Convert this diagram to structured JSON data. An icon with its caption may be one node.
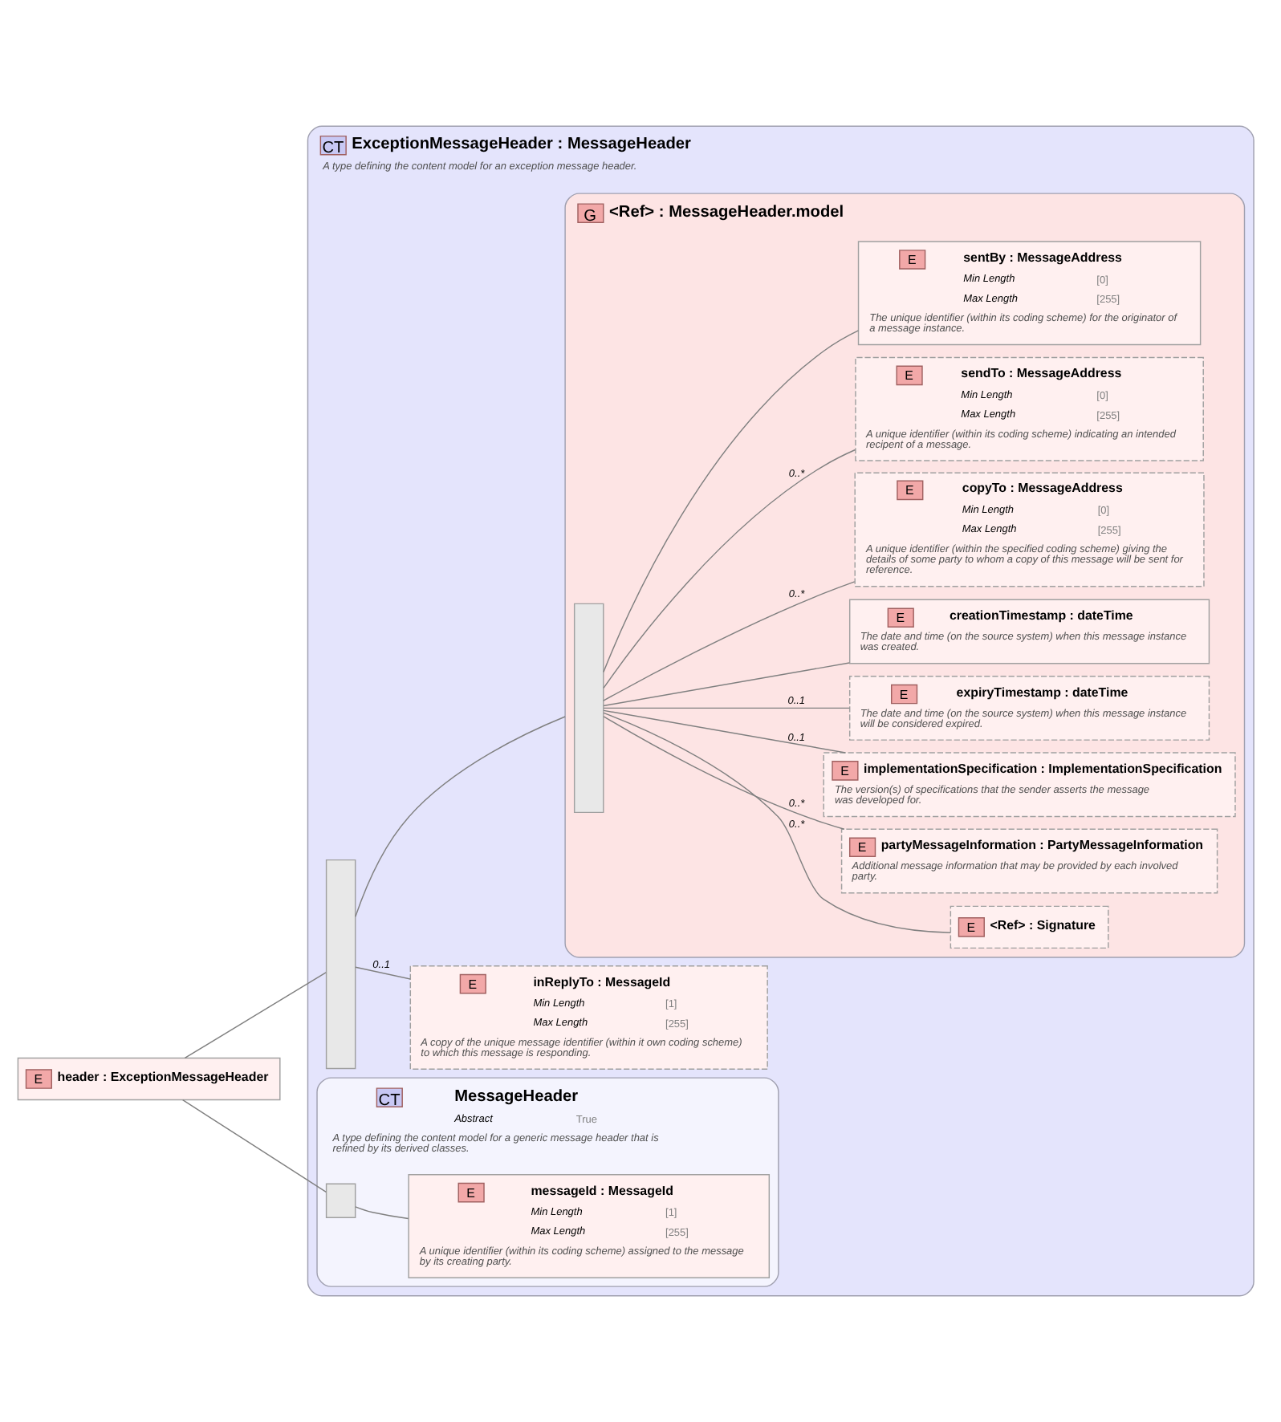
{
  "diagram": {
    "nodes": [
      {
        "text": [
          "E",
          "header : ExceptionMessageHeader"
        ]
      },
      {
        "text": [
          "CT",
          "ExceptionMessageHeader : MessageHeader",
          "A type defining the content model for an exception message header."
        ]
      },
      {
        "text": [
          "CT",
          "MessageHeader",
          "Abstract",
          "True",
          "A type defining the content model for a generic message header that is refined by its derived classes."
        ],
        "in": 1
      },
      {
        "text": [],
        "shape": "box",
        "in": 2
      },
      {
        "text": [
          "E",
          "messageId : MessageId",
          "Min Length",
          "[1]",
          "Max Length",
          "[255]",
          "A unique identifier (within its coding scheme) assigned to the message by its creating party."
        ],
        "in": 2
      },
      {
        "text": [],
        "shape": "box",
        "in": 1
      },
      {
        "text": [
          "E",
          "inReplyTo : MessageId",
          "Min Length",
          "[1]",
          "Max Length",
          "[255]",
          "A copy of the unique message identifier (within it own coding scheme) to which this message is responding."
        ],
        "in": 1
      },
      {
        "text": [
          "G",
          "<Ref> : MessageHeader.model"
        ],
        "in": 1
      },
      {
        "text": [],
        "shape": "box",
        "in": 7
      },
      {
        "text": [
          "E",
          "sentBy : MessageAddress",
          "Min Length",
          "[0]",
          "Max Length",
          "[255]",
          "The unique identifier (within its coding scheme) for the originator of a message instance."
        ],
        "in": 7
      },
      {
        "text": [
          "E",
          "sendTo : MessageAddress",
          "Min Length",
          "[0]",
          "Max Length",
          "[255]",
          "A unique identifier (within its coding scheme) indicating an intended recipent of a message."
        ],
        "in": 7
      },
      {
        "text": [
          "E",
          "copyTo : MessageAddress",
          "Min Length",
          "[0]",
          "Max Length",
          "[255]",
          "A unique identifier (within the specified coding scheme) giving the details of some party to whom a copy of this message will be sent for reference."
        ],
        "in": 7
      },
      {
        "text": [
          "E",
          "creationTimestamp : dateTime",
          "The date and time (on the source system) when this message instance was created."
        ],
        "in": 7
      },
      {
        "text": [
          "E",
          "expiryTimestamp : dateTime",
          "The date and time (on the source system) when this message instance will be considered expired."
        ],
        "in": 7
      },
      {
        "text": [
          "E",
          "implementationSpecification : ImplementationSpecification",
          "The version(s) of specifications that the sender asserts the message was developed for."
        ],
        "in": 7
      },
      {
        "text": [
          "E",
          "partyMessageInformation : PartyMessageInformation",
          "Additional message information that may be provided by each involved party."
        ],
        "in": 7
      },
      {
        "text": [
          "E",
          "<Ref> : Signature"
        ],
        "in": 7
      }
    ],
    "edges": [
      {
        "from": 0,
        "to": 3,
        "arrow": "none"
      },
      {
        "from": 0,
        "to": 5,
        "arrow": "none"
      },
      {
        "from": 3,
        "to": 4,
        "arrow": "none"
      },
      {
        "from": 5,
        "to": 6,
        "arrow": "none",
        "label": "0..1"
      },
      {
        "from": 5,
        "to": 7,
        "arrow": "none"
      },
      {
        "from": 8,
        "to": 9,
        "arrow": "none"
      },
      {
        "from": 8,
        "to": 10,
        "arrow": "none",
        "label": "0..*"
      },
      {
        "from": 8,
        "to": 11,
        "arrow": "none",
        "label": "0..*"
      },
      {
        "from": 8,
        "to": 12,
        "arrow": "none"
      },
      {
        "from": 8,
        "to": 13,
        "arrow": "none",
        "label": "0..1"
      },
      {
        "from": 8,
        "to": 14,
        "arrow": "none",
        "label": "0..1"
      },
      {
        "from": 8,
        "to": 15,
        "arrow": "none",
        "label": "0..*"
      },
      {
        "from": 8,
        "to": 16,
        "arrow": "none",
        "label": "0..*"
      }
    ]
  }
}
